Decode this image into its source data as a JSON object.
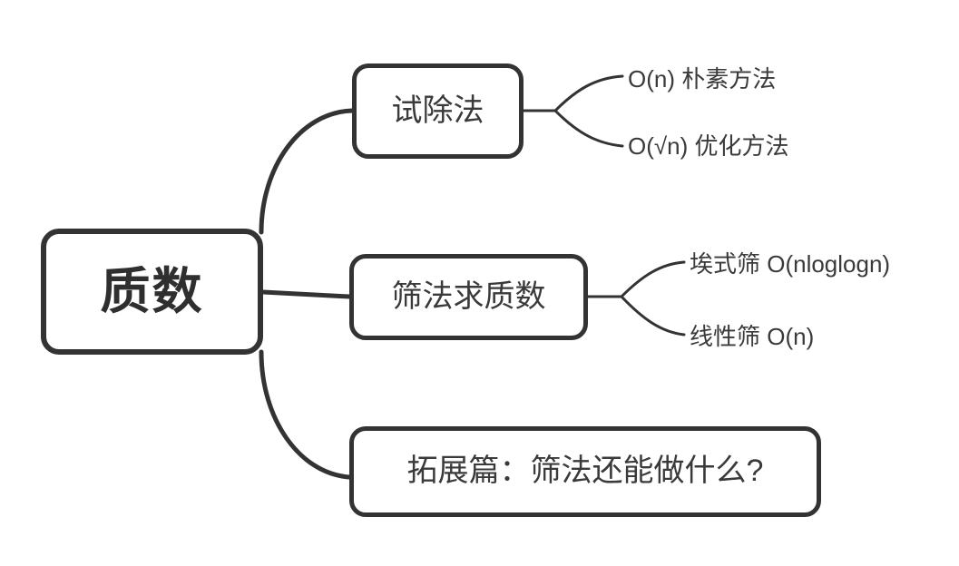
{
  "diagram": {
    "type": "mindmap",
    "title": "质数",
    "stroke_color": "#333333",
    "text_color": "#3a3a3a",
    "background_color": "#ffffff"
  },
  "root": {
    "label": "质数"
  },
  "branches": [
    {
      "id": "trial-division",
      "label": "试除法",
      "leaves": [
        {
          "id": "naive",
          "label": "O(n) 朴素方法"
        },
        {
          "id": "optimal",
          "label": "O(√n) 优化方法"
        }
      ]
    },
    {
      "id": "sieve",
      "label": "筛法求质数",
      "leaves": [
        {
          "id": "eratosthenes",
          "label": "埃式筛 O(nloglogn)"
        },
        {
          "id": "linear",
          "label": "线性筛 O(n)"
        }
      ]
    },
    {
      "id": "extension",
      "label": "拓展篇：筛法还能做什么?",
      "leaves": []
    }
  ]
}
